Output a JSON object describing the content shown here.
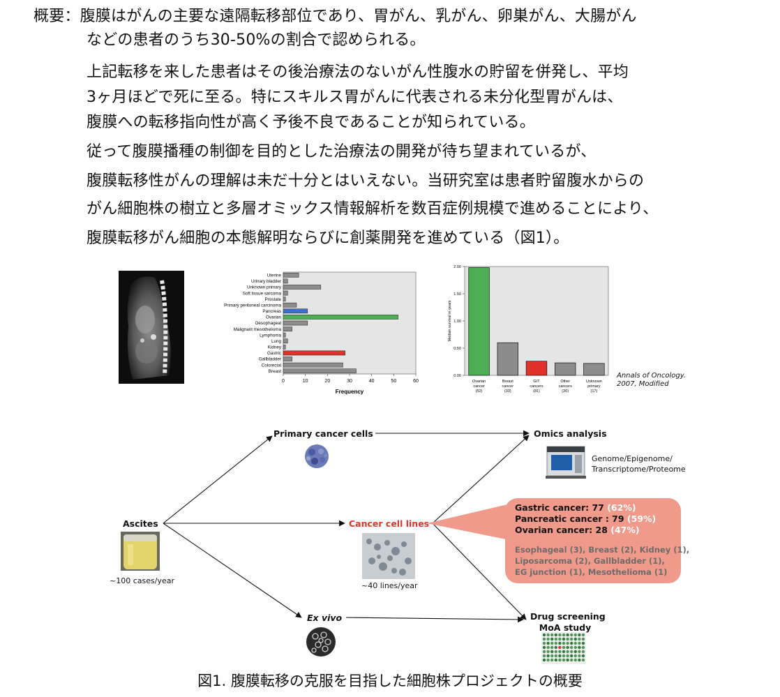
{
  "abstract": {
    "lines": [
      "概要：腹膜はがんの主要な遠隔転移部位であり、胃がん、乳がん、卵巣がん、大腸がん",
      "などの患者のうち30-50%の割合で認められる。",
      "上記転移を来した患者はその後治療法のないがん性腹水の貯留を併発し、平均",
      "3ヶ月ほどで死に至る。特にスキルス胃がんに代表される未分化型胃がんは、",
      "腹膜への転移指向性が高く予後不良であることが知られている。",
      "従って腹膜播種の制御を目的とした治療法の開発が待ち望まれているが、",
      "腹膜転移性がんの理解は未だ十分とはいえない。当研究室は患者貯留腹水からの",
      "がん細胞株の樹立と多層オミックス情報解析を数百症例規模で進めることにより、",
      "腹膜転移がん細胞の本態解明ならびに創薬開発を進めている（図1）。"
    ]
  },
  "chart_data": [
    {
      "type": "bar",
      "orientation": "horizontal",
      "categories": [
        "Uterine",
        "Urinary bladder",
        "Unknown primary",
        "Soft tissue sarcoma",
        "Prostate",
        "Primary peritoneal carcinoma",
        "Pancreas",
        "Ovarian",
        "Oesophageal",
        "Malignant mesothelioma",
        "Lymphoma",
        "Lung",
        "Kidney",
        "Gastric",
        "Gallbladder",
        "Colorectal",
        "Breast"
      ],
      "values": [
        7,
        2,
        17,
        2,
        1,
        6,
        11,
        52,
        11,
        4,
        1,
        2,
        1,
        28,
        4,
        27,
        33
      ],
      "highlight": {
        "Pancreas": "#3a6fd0",
        "Ovarian": "#4fae55",
        "Gastric": "#e0322a"
      },
      "default_color": "#8c8c8c",
      "xlabel": "Frequency",
      "xlim": [
        0,
        60
      ],
      "xticks": [
        0,
        10,
        20,
        30,
        40,
        50,
        60
      ],
      "grid": false
    },
    {
      "type": "bar",
      "categories": [
        [
          "Ovarian",
          "cancer",
          "(52)"
        ],
        [
          "Breast",
          "cancer",
          "(33)"
        ],
        [
          "GIT",
          "cancers",
          "(81)"
        ],
        [
          "Other",
          "cancers",
          "(26)"
        ],
        [
          "Unknown",
          "primary",
          "(17)"
        ]
      ],
      "values": [
        1.98,
        0.6,
        0.26,
        0.23,
        0.22
      ],
      "colors": [
        "#4fae55",
        "#8c8c8c",
        "#e0322a",
        "#8c8c8c",
        "#8c8c8c"
      ],
      "ylabel": "Median survival in years",
      "ylim": [
        0,
        2
      ],
      "yticks": [
        "0.00",
        "0.50",
        "1.00",
        "1.50",
        "2.00"
      ],
      "grid": false
    }
  ],
  "citation": [
    "Annals of Oncology.",
    "2007, Modified"
  ],
  "flow": {
    "ascites": "Ascites",
    "ascites_count": "~100 cases/year",
    "primary": "Primary cancer cells",
    "lines": "Cancer cell lines",
    "lines_count": "~40 lines/year",
    "exvivo": "Ex vivo",
    "omics": "Omics analysis",
    "omics_desc": [
      "Genome/Epigenome/",
      "Transcriptome/Proteome"
    ],
    "drug": [
      "Drug screening",
      "MoA study"
    ]
  },
  "callout": {
    "main": [
      {
        "label": "Gastric cancer: 77 ",
        "pct": "(62%)"
      },
      {
        "label": "Pancreatic cancer : 79 ",
        "pct": "(59%)"
      },
      {
        "label": "Ovarian cancer: 28 ",
        "pct": "(47%)"
      }
    ],
    "others": [
      "Esophageal (3), Breast (2), Kidney (1),",
      "Liposarcoma (2), Gallbladder (1),",
      "EG junction (1), Mesothelioma (1)"
    ]
  },
  "caption": "図1. 腹膜転移の克服を目指した細胞株プロジェクトの概要",
  "colors": {
    "accent_red": "#e0322a",
    "callout_bg": "#ef9a8b",
    "chart_bg": "#e5e5e5"
  }
}
